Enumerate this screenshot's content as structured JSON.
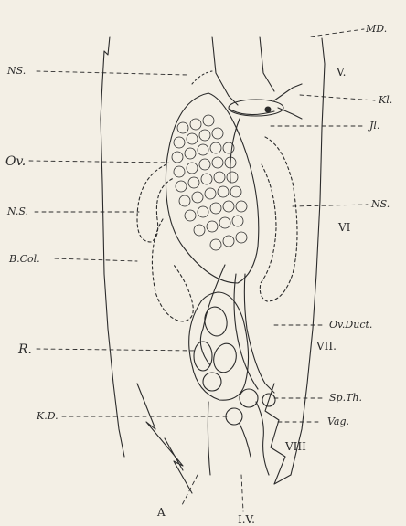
{
  "labels": {
    "md": "MD.",
    "ns_top": "NS.",
    "v": "V.",
    "kl": "Kl.",
    "jl": "Jl.",
    "ov": "Ov.",
    "ns_left": "N.S.",
    "ns_right": "NS.",
    "vi": "VI",
    "bcol": "B.Col.",
    "ov_duct": "Ov.Duct.",
    "r": "R.",
    "vii": "VII.",
    "sp_th": "Sp.Th.",
    "kd": "K.D.",
    "vag": "Vag.",
    "viii": "VIII",
    "a": "A",
    "iv": "I.V."
  },
  "colors": {
    "ink": "#2b2b2b",
    "paper": "#f3efe5"
  }
}
